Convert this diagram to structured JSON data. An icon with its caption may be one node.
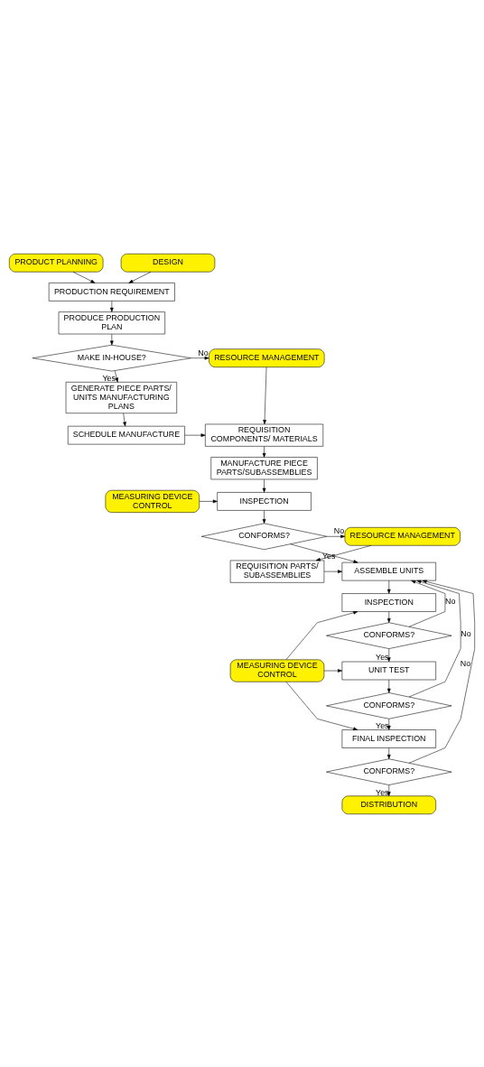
{
  "diagram": {
    "nodes": [
      {
        "text": [
          "PRODUCT PLANNING"
        ]
      },
      {
        "text": [
          "DESIGN"
        ]
      },
      {
        "text": [
          "PRODUCTION REQUIREMENT"
        ]
      },
      {
        "text": [
          "PRODUCE PRODUCTION PLAN"
        ]
      },
      {
        "text": [
          "MAKE IN-HOUSE?"
        ]
      },
      {
        "text": [
          "RESOURCE MANAGEMENT"
        ]
      },
      {
        "text": [
          "GENERATE PIECE PARTS/ UNITS MANUFACTURING PLANS"
        ]
      },
      {
        "text": [
          "SCHEDULE MANUFACTURE"
        ]
      },
      {
        "text": [
          "REQUISITION COMPONENTS/ MATERIALS"
        ]
      },
      {
        "text": [
          "MANUFACTURE PIECE PARTS/SUBASSEMBLIES"
        ]
      },
      {
        "text": [
          "INSPECTION"
        ]
      },
      {
        "text": [
          "MEASURING DEVICE CONTROL"
        ]
      },
      {
        "text": [
          "CONFORMS?"
        ]
      },
      {
        "text": [
          "RESOURCE MANAGEMENT"
        ]
      },
      {
        "text": [
          "ASSEMBLE UNITS"
        ]
      },
      {
        "text": [
          "REQUISITION PARTS/ SUBASSEMBLIES"
        ]
      },
      {
        "text": [
          "INSPECTION"
        ]
      },
      {
        "text": [
          "CONFORMS?"
        ]
      },
      {
        "text": [
          "UNIT TEST"
        ]
      },
      {
        "text": [
          "MEASURING DEVICE CONTROL"
        ]
      },
      {
        "text": [
          "CONFORMS?"
        ]
      },
      {
        "text": [
          "FINAL INSPECTION"
        ]
      },
      {
        "text": [
          "CONFORMS?"
        ]
      },
      {
        "text": [
          "DISTRIBUTION"
        ]
      }
    ],
    "edges": [
      {
        "from": 0,
        "to": 2,
        "arrow": "to"
      },
      {
        "from": 1,
        "to": 2,
        "arrow": "to"
      },
      {
        "from": 2,
        "to": 3,
        "arrow": "to"
      },
      {
        "from": 3,
        "to": 4,
        "arrow": "to"
      },
      {
        "from": 4,
        "to": 5,
        "arrow": "to",
        "label": "No"
      },
      {
        "from": 4,
        "to": 6,
        "arrow": "to",
        "label": "Yes"
      },
      {
        "from": 6,
        "to": 7,
        "arrow": "to"
      },
      {
        "from": 7,
        "to": 8,
        "arrow": "to"
      },
      {
        "from": 5,
        "to": 8,
        "arrow": "to"
      },
      {
        "from": 8,
        "to": 9,
        "arrow": "to"
      },
      {
        "from": 9,
        "to": 10,
        "arrow": "to"
      },
      {
        "from": 11,
        "to": 10,
        "arrow": "to"
      },
      {
        "from": 10,
        "to": 12,
        "arrow": "to"
      },
      {
        "from": 12,
        "to": 13,
        "arrow": "to",
        "label": "No"
      },
      {
        "from": 12,
        "to": 14,
        "arrow": "to",
        "label": "Yes"
      },
      {
        "from": 13,
        "to": 15,
        "arrow": "to"
      },
      {
        "from": 15,
        "to": 14,
        "arrow": "to"
      },
      {
        "from": 14,
        "to": 16,
        "arrow": "to"
      },
      {
        "from": 16,
        "to": 17,
        "arrow": "to"
      },
      {
        "from": 17,
        "to": 14,
        "arrow": "to",
        "label": "No"
      },
      {
        "from": 17,
        "to": 18,
        "arrow": "to",
        "label": "Yes"
      },
      {
        "from": 19,
        "to": 18,
        "arrow": "to"
      },
      {
        "from": 19,
        "to": 16,
        "arrow": "to"
      },
      {
        "from": 19,
        "to": 21,
        "arrow": "to"
      },
      {
        "from": 18,
        "to": 20,
        "arrow": "to"
      },
      {
        "from": 20,
        "to": 14,
        "arrow": "to",
        "label": "No"
      },
      {
        "from": 20,
        "to": 21,
        "arrow": "to",
        "label": "Yes"
      },
      {
        "from": 21,
        "to": 22,
        "arrow": "to"
      },
      {
        "from": 22,
        "to": 14,
        "arrow": "to",
        "label": "No"
      },
      {
        "from": 22,
        "to": 23,
        "arrow": "to",
        "label": "Yes"
      }
    ]
  }
}
